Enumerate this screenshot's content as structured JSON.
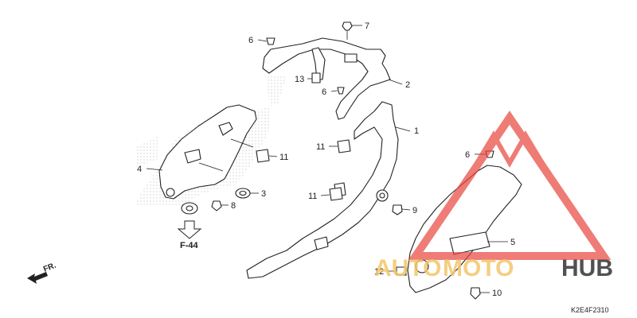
{
  "callouts": [
    {
      "id": "c1",
      "text": "1"
    },
    {
      "id": "c2",
      "text": "2"
    },
    {
      "id": "c3",
      "text": "3"
    },
    {
      "id": "c4",
      "text": "4"
    },
    {
      "id": "c5",
      "text": "5"
    },
    {
      "id": "c6a",
      "text": "6"
    },
    {
      "id": "c6b",
      "text": "6"
    },
    {
      "id": "c6c",
      "text": "6"
    },
    {
      "id": "c7",
      "text": "7"
    },
    {
      "id": "c8",
      "text": "8"
    },
    {
      "id": "c9",
      "text": "9"
    },
    {
      "id": "c10",
      "text": "10"
    },
    {
      "id": "c11a",
      "text": "11"
    },
    {
      "id": "c11b",
      "text": "11"
    },
    {
      "id": "c11c",
      "text": "11"
    },
    {
      "id": "c12",
      "text": "12"
    },
    {
      "id": "c13",
      "text": "13"
    }
  ],
  "reference": "F-44",
  "direction": "FR.",
  "diagram_code": "K2E4F2310",
  "watermark": {
    "part1": "AUTO",
    "part2": "MOTO",
    "part3": "HUB",
    "accent_color": "#e8453c",
    "gold_color": "#f3c66b"
  }
}
